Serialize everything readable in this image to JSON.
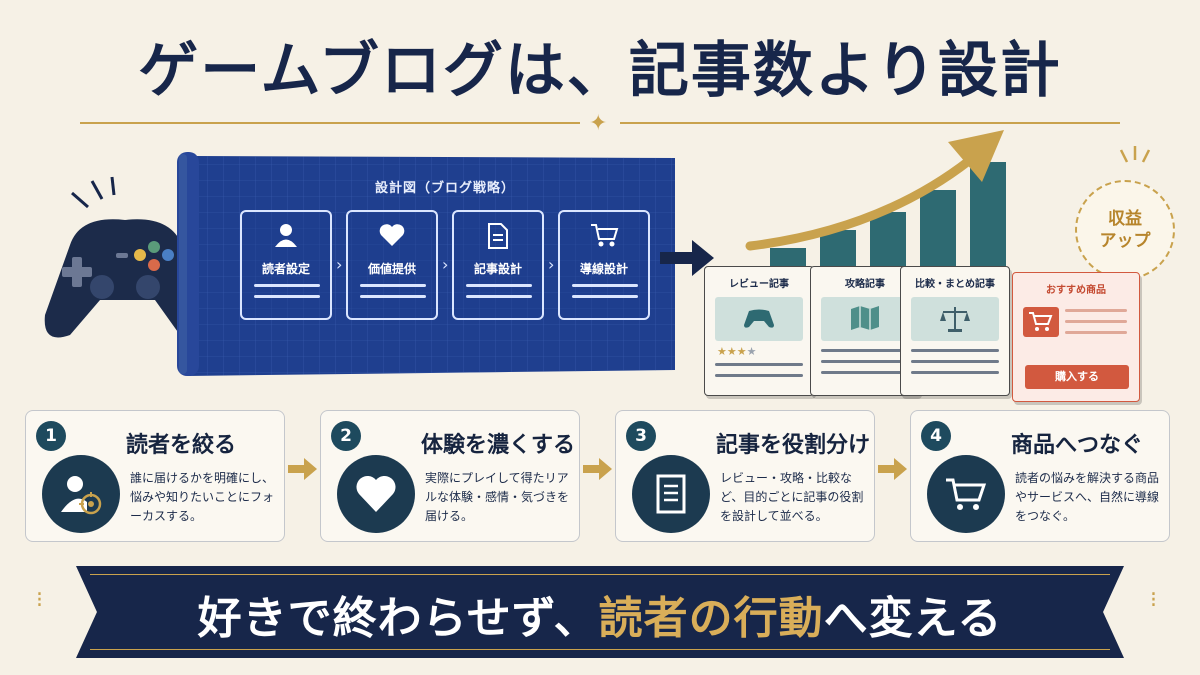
{
  "title": "ゲームブログは、記事数より設計",
  "blueprint": {
    "title": "設計図（ブログ戦略）",
    "cards": [
      {
        "label": "読者設定",
        "icon": "person-icon"
      },
      {
        "label": "価値提供",
        "icon": "heart-icon"
      },
      {
        "label": "記事設計",
        "icon": "document-icon"
      },
      {
        "label": "導線設計",
        "icon": "cart-icon"
      }
    ]
  },
  "badge": {
    "line1": "収益",
    "line2": "アップ"
  },
  "articles": [
    {
      "label": "レビュー記事",
      "icon": "controller-icon"
    },
    {
      "label": "攻略記事",
      "icon": "map-icon"
    },
    {
      "label": "比較・まとめ記事",
      "icon": "scale-icon"
    }
  ],
  "recommend": {
    "label": "おすすめ商品",
    "button": "購入する"
  },
  "steps": [
    {
      "num": "1",
      "title": "読者を絞る",
      "desc": "誰に届けるかを明確にし、悩みや知りたいことにフォーカスする。"
    },
    {
      "num": "2",
      "title": "体験を濃くする",
      "desc": "実際にプレイして得たリアルな体験・感情・気づきを届ける。"
    },
    {
      "num": "3",
      "title": "記事を役割分け",
      "desc": "レビュー・攻略・比較など、目的ごとに記事の役割を設計して並べる。"
    },
    {
      "num": "4",
      "title": "商品へつなぐ",
      "desc": "読者の悩みを解決する商品やサービスへ、自然に導線をつなぐ。"
    }
  ],
  "banner": {
    "before": "好きで終わらせず、",
    "highlight": "読者の行動",
    "after": "へ変える"
  },
  "colors": {
    "navy": "#17264a",
    "gold": "#c9a24d",
    "blueprint": "#1f3f8f",
    "accent_red": "#d2593f",
    "teal": "#2e6a72"
  }
}
